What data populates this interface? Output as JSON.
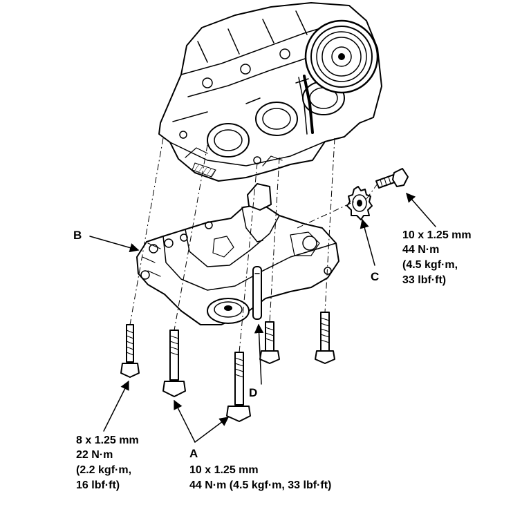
{
  "labels": {
    "A": "A",
    "B": "B",
    "C": "C",
    "D": "D"
  },
  "specs": {
    "upper_right": [
      "10 x 1.25 mm",
      "44 N·m",
      "(4.5 kgf·m,",
      "33 lbf·ft)"
    ],
    "lower_left": [
      "8 x 1.25 mm",
      "22 N·m",
      "(2.2 kgf·m,",
      "16 lbf·ft)"
    ],
    "bottom_a": [
      "10 x 1.25 mm",
      "44 N·m (4.5 kgf·m, 33 lbf·ft)"
    ]
  },
  "colors": {
    "ink": "#000000",
    "background": "#ffffff"
  }
}
